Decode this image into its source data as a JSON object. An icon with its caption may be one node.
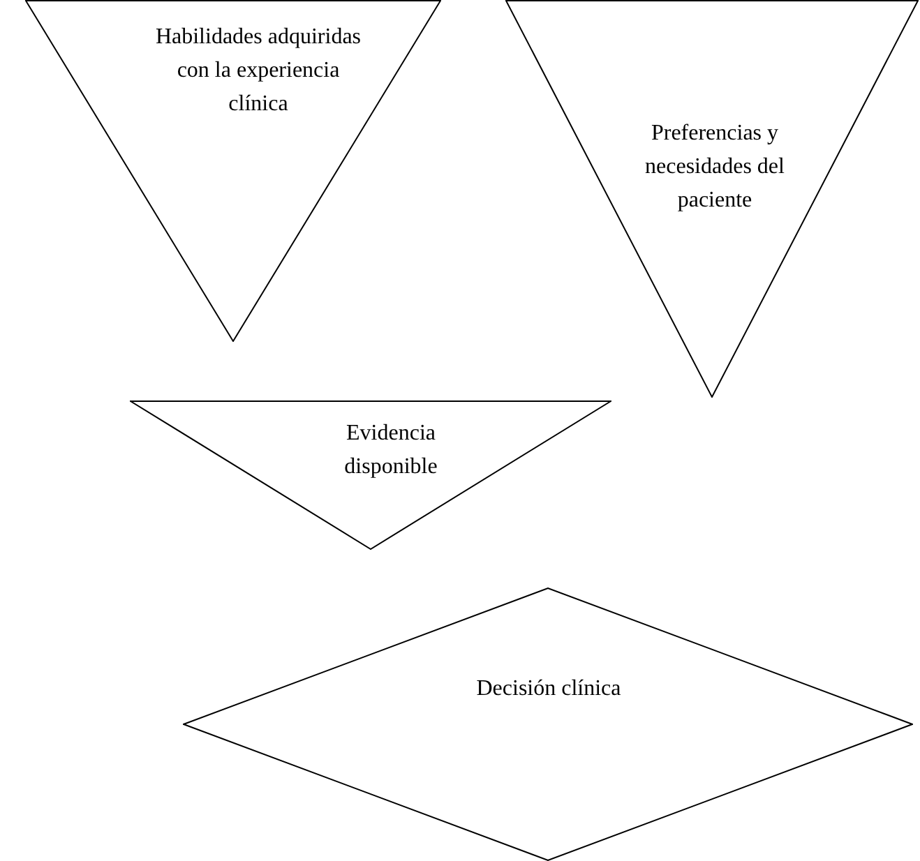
{
  "diagram": {
    "nodes": [
      {
        "text": [
          "Habilidades adquiridas con la experiencia clínica"
        ]
      },
      {
        "text": [
          "Preferencias y necesidades del paciente"
        ]
      },
      {
        "text": [
          "Evidencia disponible"
        ]
      },
      {
        "text": [
          "Decisión clínica"
        ]
      }
    ]
  }
}
